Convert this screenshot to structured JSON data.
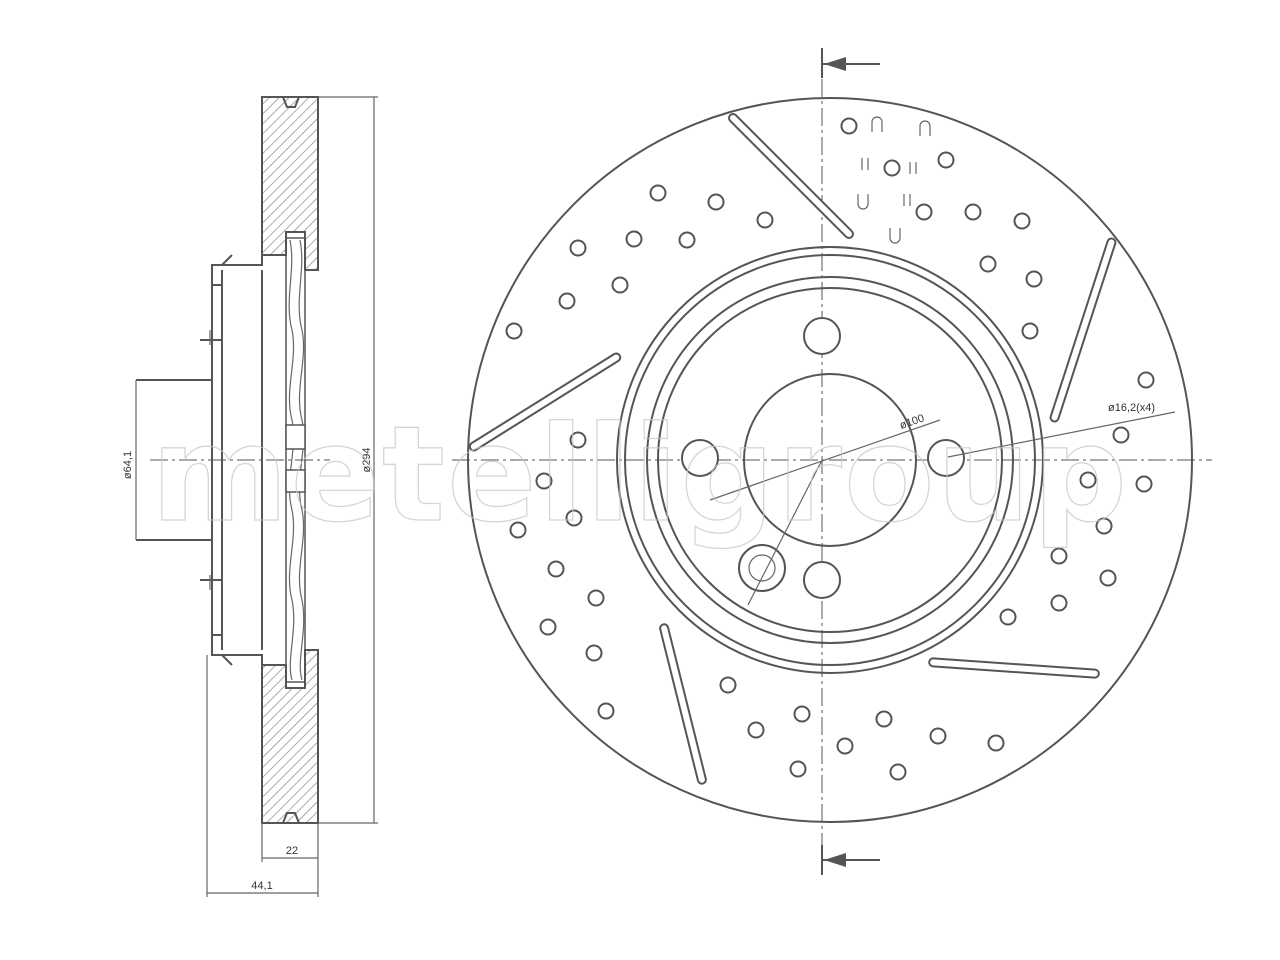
{
  "watermark": "metelligroup",
  "dimensions": {
    "hub_diameter": "ø64,1",
    "outer_diameter": "ø294",
    "disc_thickness": "22",
    "overall_height": "44,1",
    "pcd": "ø100",
    "bolt_holes": "ø16,2(x4)"
  },
  "colors": {
    "line": "#555555",
    "watermark": "#c8c8c8"
  }
}
